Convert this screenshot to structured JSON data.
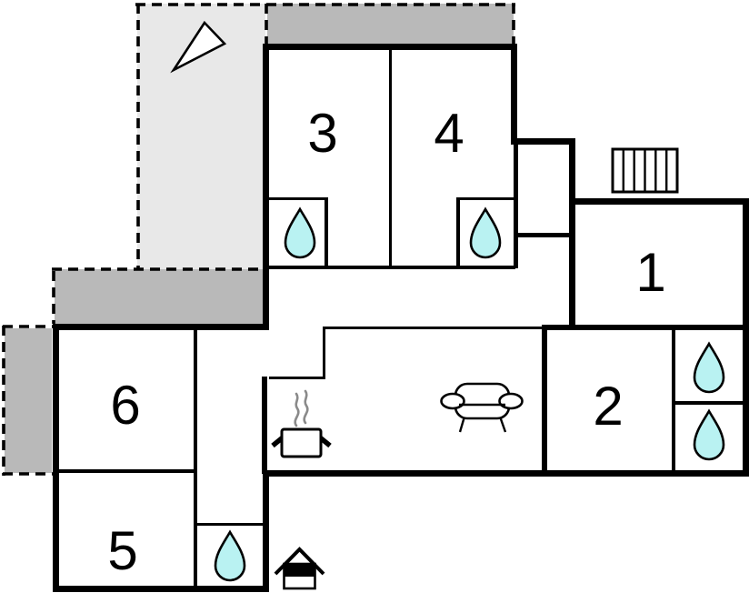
{
  "plan": {
    "type": "floor-plan",
    "rooms": {
      "r1": {
        "label": "1"
      },
      "r2": {
        "label": "2"
      },
      "r3": {
        "label": "3"
      },
      "r4": {
        "label": "4"
      },
      "r5": {
        "label": "5"
      },
      "r6": {
        "label": "6"
      }
    },
    "icons": {
      "water_drop": "water-drop",
      "sofa": "sofa",
      "stove": "stove-pot",
      "north_arrow": "north-arrow",
      "radiator": "radiator",
      "entrance": "house-entrance"
    }
  },
  "colors": {
    "wall": "#000000",
    "terrace_light": "#e8e8e8",
    "terrace_dark": "#b9b9b9",
    "water": "#b9f2f2",
    "steam": "#8a8a8a",
    "background": "#ffffff"
  }
}
